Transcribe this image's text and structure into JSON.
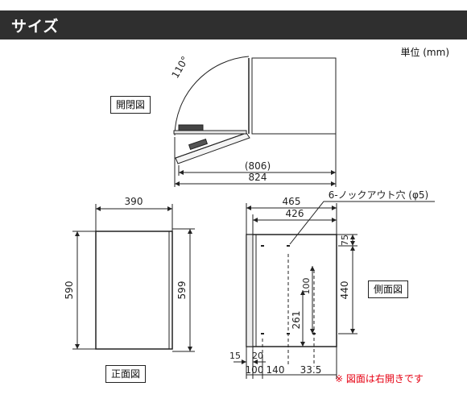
{
  "header": {
    "title": "サイズ"
  },
  "unit": "単位 (mm)",
  "views": {
    "open": {
      "label": "開閉図",
      "angle": "110°",
      "inner_width": "(806)",
      "width": "824"
    },
    "front": {
      "label": "正面図",
      "width": "390",
      "height_left": "590",
      "height_right": "599"
    },
    "side": {
      "label": "側面図",
      "depth_total": "465",
      "depth_inner": "426",
      "knockout": "6-ノックアウト穴 (φ5)",
      "dim_top": "75",
      "dim_440": "440",
      "dim_100v": "100",
      "dim_261": "261",
      "dim_15": "15",
      "dim_20": "20",
      "dim_100h": "100",
      "dim_140": "140",
      "dim_335": "33.5"
    }
  },
  "note": "※ 図面は右開きです",
  "colors": {
    "header_bg": "#2f2f2f",
    "note": "#e60012",
    "line": "#222222"
  }
}
